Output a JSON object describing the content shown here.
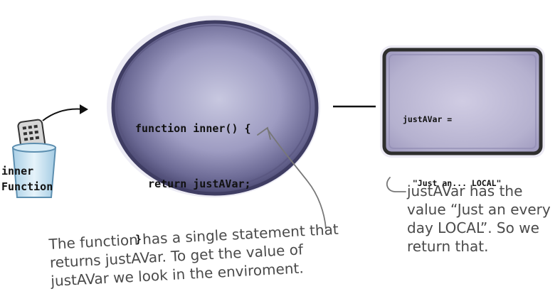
{
  "function_bubble": {
    "code_lines": [
      "function inner() {",
      "  return justAVar;",
      "}"
    ]
  },
  "environment": {
    "code_lines": [
      "justAVar =",
      "  \"Just an... LOCAL\""
    ]
  },
  "variable": {
    "label_lines": [
      "inner",
      "Function"
    ]
  },
  "annotations": {
    "function_note": [
      "The function has a single statement that",
      "returns justAVar. To get the value of",
      "justAVar we look in the enviroment."
    ],
    "environment_note": [
      "justAVar has the",
      "value “Just an every",
      "day LOCAL”. So we",
      "return that."
    ]
  },
  "colors": {
    "bubble_fill": "#5b5a84",
    "bubble_center": "#c6c6df",
    "env_fill": "#b9b5d3",
    "env_border": "#2e2e2e",
    "cup_fill": "#cfe6f3",
    "handwriting": "#4a4a4a"
  }
}
